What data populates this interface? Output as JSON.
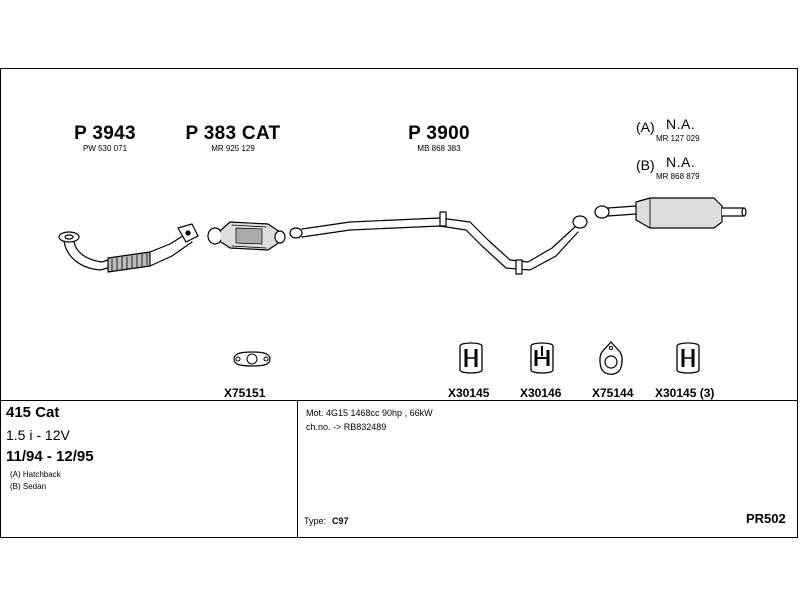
{
  "parts": [
    {
      "code": "P 3943",
      "ref": "PW 530 071"
    },
    {
      "code": "P 383 CAT",
      "ref": "MR 925 129"
    },
    {
      "code": "P 3900",
      "ref": "MB 868 383"
    }
  ],
  "alternatives": [
    {
      "label": "(A)",
      "value": "N.A.",
      "ref": "MR 127 029"
    },
    {
      "label": "(B)",
      "value": "N.A.",
      "ref": "MR 868 879"
    }
  ],
  "accessories": [
    {
      "code": "X75151",
      "icon": "gasket-icon"
    },
    {
      "code": "X30145",
      "icon": "rubber-hanger-icon"
    },
    {
      "code": "X30146",
      "icon": "rubber-hanger-icon"
    },
    {
      "code": "X75144",
      "icon": "gasket-icon"
    },
    {
      "code": "X30145 (3)",
      "icon": "rubber-hanger-icon"
    }
  ],
  "vehicle": {
    "model": "415 Cat",
    "engine": "1.5 i - 12V",
    "years": "11/94 - 12/95",
    "variant_a": "(A) Hatchback",
    "variant_b": "(B) Sedan"
  },
  "info": {
    "motor": "Mot. 4G15 1468cc 90hp , 66kW",
    "chassis": "ch.no. -> RB832489",
    "type_label": "Type:",
    "type_value": "C97"
  },
  "page_code": "PR502"
}
